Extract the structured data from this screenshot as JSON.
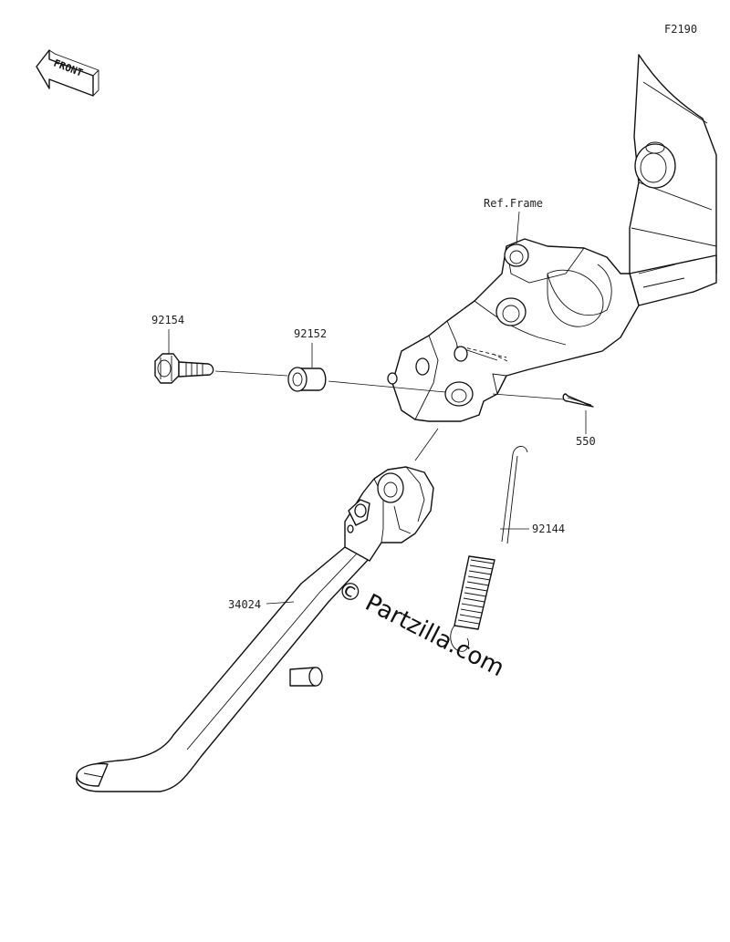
{
  "figure_code": "F2190",
  "front_badge": "FRONT",
  "ref_frame_label": "Ref.Frame",
  "watermark": "© Partzilla.com",
  "parts": [
    {
      "number": "92154"
    },
    {
      "number": "92152"
    },
    {
      "number": "550"
    },
    {
      "number": "92144"
    },
    {
      "number": "34024"
    }
  ]
}
